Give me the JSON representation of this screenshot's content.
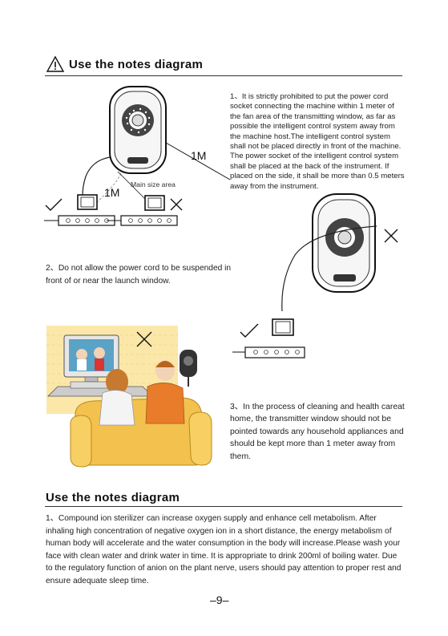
{
  "section1": {
    "heading": "Use the notes diagram",
    "warning_icon": "warning-triangle-icon",
    "note1": "1、It is strictly prohibited to put the power cord socket connecting the machine within 1 meter of the fan area of the transmitting window, as far as possible the intelligent control system away from the machine host.The intelligent control system shall not be placed directly in front of the machine. The power socket of the intelligent control system shall be placed at the back of the instrument. If placed on the side, it shall be more than 0.5 meters away from the instrument.",
    "label_1m_a": "1M",
    "label_1m_b": "1M",
    "main_size_area": "Main size area",
    "note2": "2、Do not allow the power cord to be suspended in front of or near the launch window.",
    "note3": "3、In the process of cleaning and health careat home, the transmitter window should not be pointed towards any household appliances and should be kept more than 1 meter away from them."
  },
  "section2": {
    "heading": "Use the notes diagram",
    "note1": "1、Compound ion sterilizer can increase oxygen supply and enhance cell metabolism. After inhaling high concentration of negative oxygen ion in a short distance, the energy metabolism of human body will accelerate and the water consumption in the body will increase.Please wash your face with clean water and drink water in time. It is appropriate to drink 200ml of boiling water. Due to the regulatory function of anion on the plant nerve, users should pay attention to proper rest and ensure adequate sleep time."
  },
  "footer": {
    "page_number": "–9–"
  }
}
